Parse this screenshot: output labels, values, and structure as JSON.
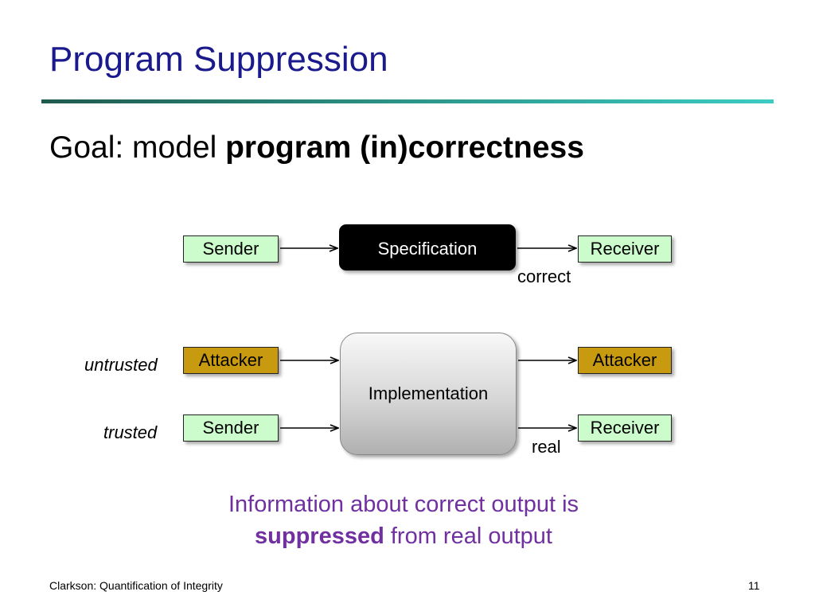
{
  "slide": {
    "title": "Program Suppression",
    "goal": {
      "prefix": "Goal: model ",
      "bold": "program (in)correctness"
    },
    "info": {
      "line1": "Information about correct output is",
      "bold": "suppressed",
      "rest": " from real output"
    },
    "footer": "Clarkson:  Quantification of Integrity",
    "page_number": "11"
  },
  "diagram": {
    "spec_row": {
      "sender": "Sender",
      "specification": "Specification",
      "receiver": "Receiver",
      "output_label": "correct"
    },
    "impl_row": {
      "untrusted_label": "untrusted",
      "trusted_label": "trusted",
      "attacker_in": "Attacker",
      "sender": "Sender",
      "implementation": "Implementation",
      "attacker_out": "Attacker",
      "receiver": "Receiver",
      "output_label": "real"
    }
  },
  "colors": {
    "title": "#1a1a8c",
    "green_box": "#ccfccc",
    "gold_box": "#c89a10",
    "info_text": "#7030a0"
  }
}
